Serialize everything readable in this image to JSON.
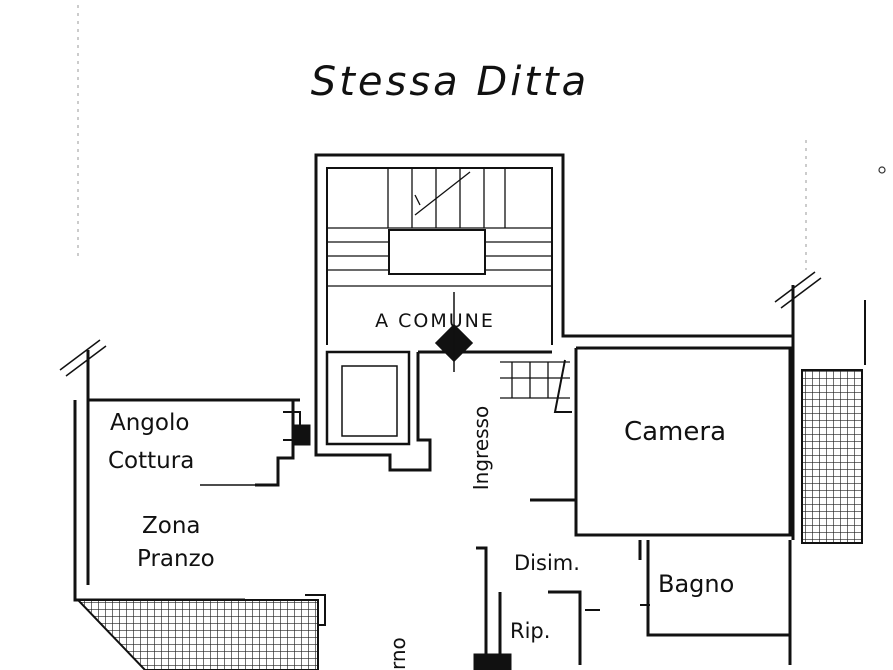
{
  "plan": {
    "title": "Stessa Ditta",
    "rooms": {
      "stairs": "A COMUNE",
      "entrance": "Ingresso",
      "bedroom": "Camera",
      "kitchen_line1": "Angolo",
      "kitchen_line2": "Cottura",
      "dining_line1": "Zona",
      "dining_line2": "Pranzo",
      "hall": "Disim.",
      "bath": "Bagno",
      "storage": "Rip.",
      "living_partial": "rno"
    }
  }
}
